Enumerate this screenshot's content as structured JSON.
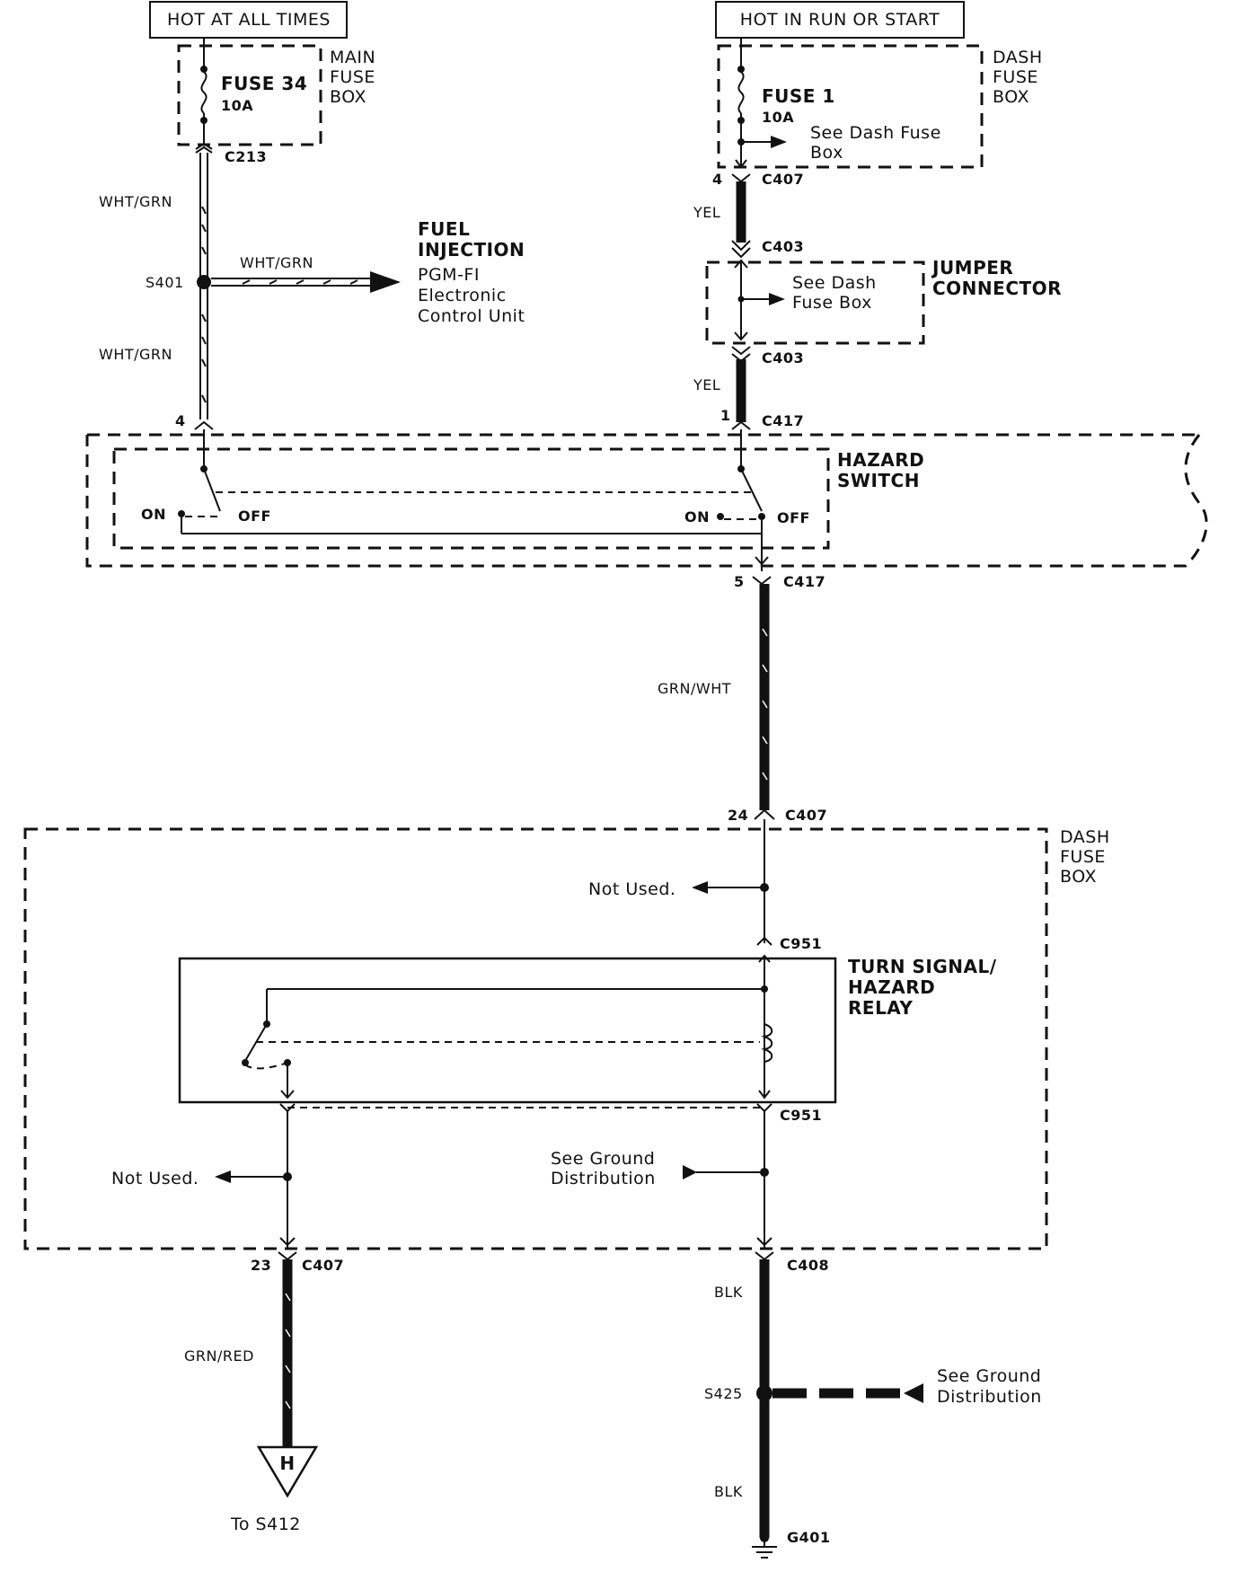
{
  "power_sources": {
    "left": "HOT AT ALL TIMES",
    "right": "HOT IN RUN OR START"
  },
  "main_fuse_box": {
    "line1": "MAIN",
    "line2": "FUSE",
    "line3": "BOX",
    "fuse_name": "FUSE 34",
    "fuse_rating": "10A"
  },
  "dash_fuse_box_top": {
    "line1": "DASH",
    "line2": "FUSE",
    "line3": "BOX",
    "fuse_name": "FUSE 1",
    "fuse_rating": "10A",
    "ref_line1": "See Dash Fuse",
    "ref_line2": "Box"
  },
  "connectors": {
    "c213": "C213",
    "c407_top": "C407",
    "c407_top_pin": "4",
    "c403_a": "C403",
    "c403_b": "C403",
    "c417_left_pin": "4",
    "c417_right_pin": "1",
    "c417_top": "C417",
    "c417_bottom_pin": "5",
    "c417_bottom": "C417",
    "c407_mid_pin": "24",
    "c407_mid": "C407",
    "c951_top": "C951",
    "c951_bottom": "C951",
    "c407_low_pin": "23",
    "c407_low": "C407",
    "c408": "C408",
    "g401": "G401"
  },
  "wires": {
    "wht_grn_1": "WHT/GRN",
    "wht_grn_2": "WHT/GRN",
    "wht_grn_branch": "WHT/GRN",
    "yel_1": "YEL",
    "yel_2": "YEL",
    "grn_wht": "GRN/WHT",
    "grn_red": "GRN/RED",
    "blk_1": "BLK",
    "blk_2": "BLK"
  },
  "splices": {
    "s401": "S401",
    "s425": "S425"
  },
  "fuel_injection": {
    "title1": "FUEL",
    "title2": "INJECTION",
    "line1": "PGM-FI",
    "line2": "Electronic",
    "line3": "Control Unit"
  },
  "jumper_connector": {
    "title1": "JUMPER",
    "title2": "CONNECTOR",
    "ref_line1": "See Dash",
    "ref_line2": "Fuse Box"
  },
  "hazard_switch": {
    "title1": "HAZARD",
    "title2": "SWITCH",
    "left_on": "ON",
    "left_off": "OFF",
    "right_on": "ON",
    "right_off": "OFF"
  },
  "dash_fuse_box_bottom": {
    "line1": "DASH",
    "line2": "FUSE",
    "line3": "BOX"
  },
  "relay": {
    "title1": "TURN SIGNAL/",
    "title2": "HAZARD",
    "title3": "RELAY"
  },
  "notes": {
    "not_used_1": "Not Used.",
    "not_used_2": "Not Used.",
    "ground_ref_1_line1": "See Ground",
    "ground_ref_1_line2": "Distribution",
    "ground_ref_2_line1": "See Ground",
    "ground_ref_2_line2": "Distribution",
    "to_s412": "To S412",
    "connector_h": "H"
  }
}
